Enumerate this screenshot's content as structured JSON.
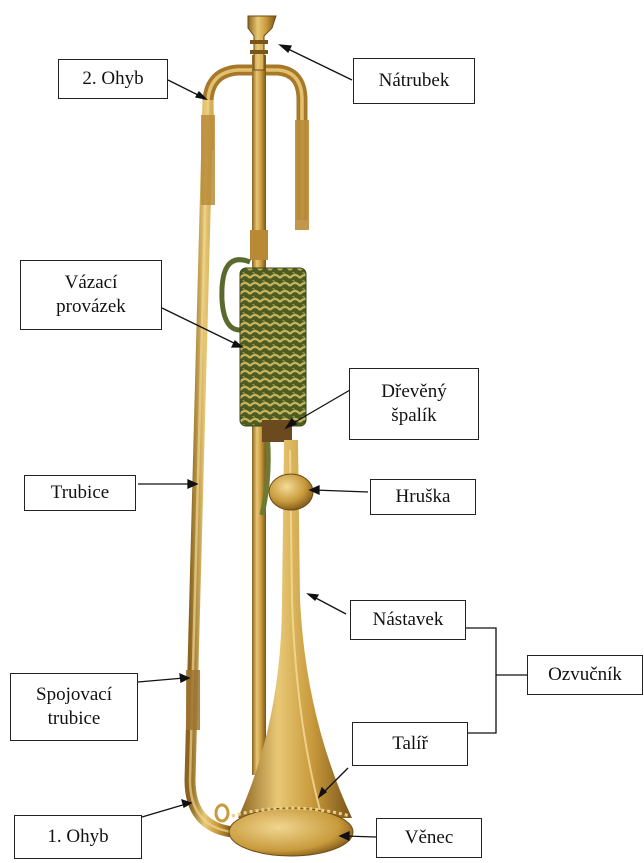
{
  "diagram": {
    "labels": {
      "ohyb2": "2. Ohyb",
      "natrubek": "Nátrubek",
      "vazaci": "Vázací\nprovázek",
      "drevspalik": "Dřevěný\nšpalík",
      "trubice": "Trubice",
      "hruska": "Hruška",
      "nastavek": "Nástavek",
      "ozvucnik": "Ozvučník",
      "spojovaci": "Spojovací\ntrubice",
      "talir": "Talíř",
      "ohyb1": "1. Ohyb",
      "venec": "Věnec"
    },
    "colors": {
      "brass_light": "#e8c875",
      "brass_mid": "#c89a3c",
      "brass_dark": "#8a6420",
      "cord_green": "#5a6a2c",
      "cord_yellow": "#c9b45a",
      "line": "#111111"
    }
  }
}
